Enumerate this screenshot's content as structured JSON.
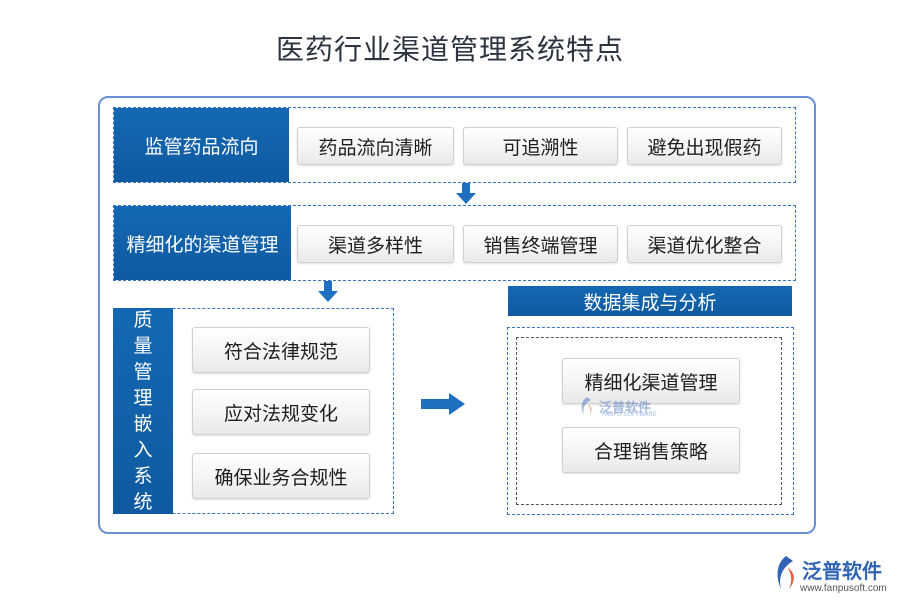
{
  "title": "医药行业渠道管理系统特点",
  "row1": {
    "header": "监管药品流向",
    "items": [
      "药品流向清晰",
      "可追溯性",
      "避免出现假药"
    ]
  },
  "row2": {
    "header": "精细化的渠道管理",
    "items": [
      "渠道多样性",
      "销售终端管理",
      "渠道优化整合"
    ]
  },
  "quality": {
    "header_chars": [
      "质",
      "量",
      "管",
      "理",
      "嵌",
      "入",
      "系",
      "统"
    ],
    "items": [
      "符合法律规范",
      "应对法规变化",
      "确保业务合规性"
    ]
  },
  "data_analysis": {
    "header": "数据集成与分析",
    "items": [
      "精细化渠道管理",
      "合理销售策略"
    ]
  },
  "watermark": {
    "text": "泛普软件",
    "sub": "FANPU SOFTWARE"
  },
  "logo": {
    "name": "泛普软件",
    "url": "www.fanpusoft.com"
  },
  "colors": {
    "accent_blue": "#1468b3",
    "border_blue": "#6b8fd6",
    "dash_blue": "#3a76c4"
  }
}
